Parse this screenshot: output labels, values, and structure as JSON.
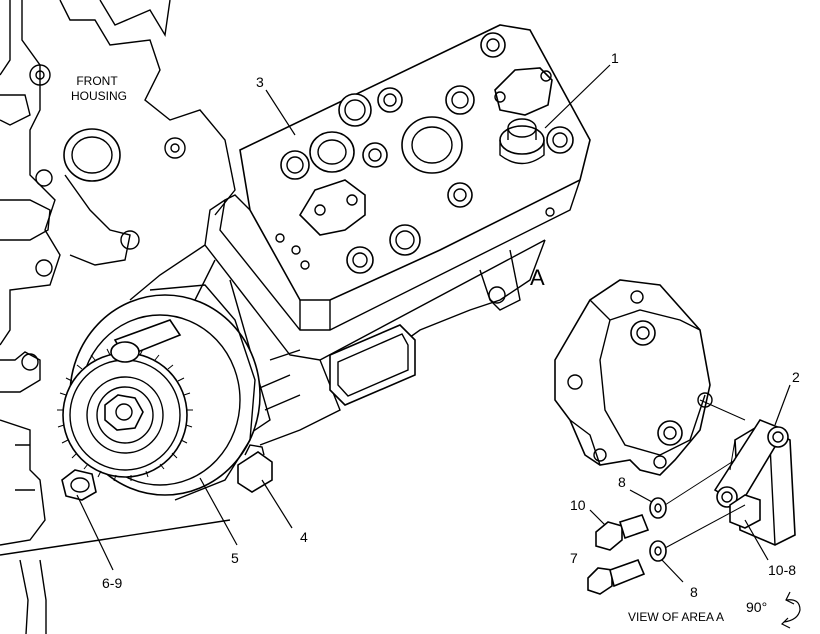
{
  "labels": {
    "front_housing_line1": "FRONT",
    "front_housing_line2": "HOUSING",
    "callout_1": "1",
    "callout_2": "2",
    "callout_3": "3",
    "callout_4": "4",
    "callout_5": "5",
    "callout_6_9": "6-9",
    "callout_7": "7",
    "callout_8_upper": "8",
    "callout_8_lower": "8",
    "callout_10": "10",
    "callout_10_8": "10-8",
    "view_marker": "A",
    "view_caption": "VIEW OF AREA A",
    "rotation": "90°"
  },
  "icons": {
    "rotation_arrow": "rotate-arrow-icon"
  }
}
